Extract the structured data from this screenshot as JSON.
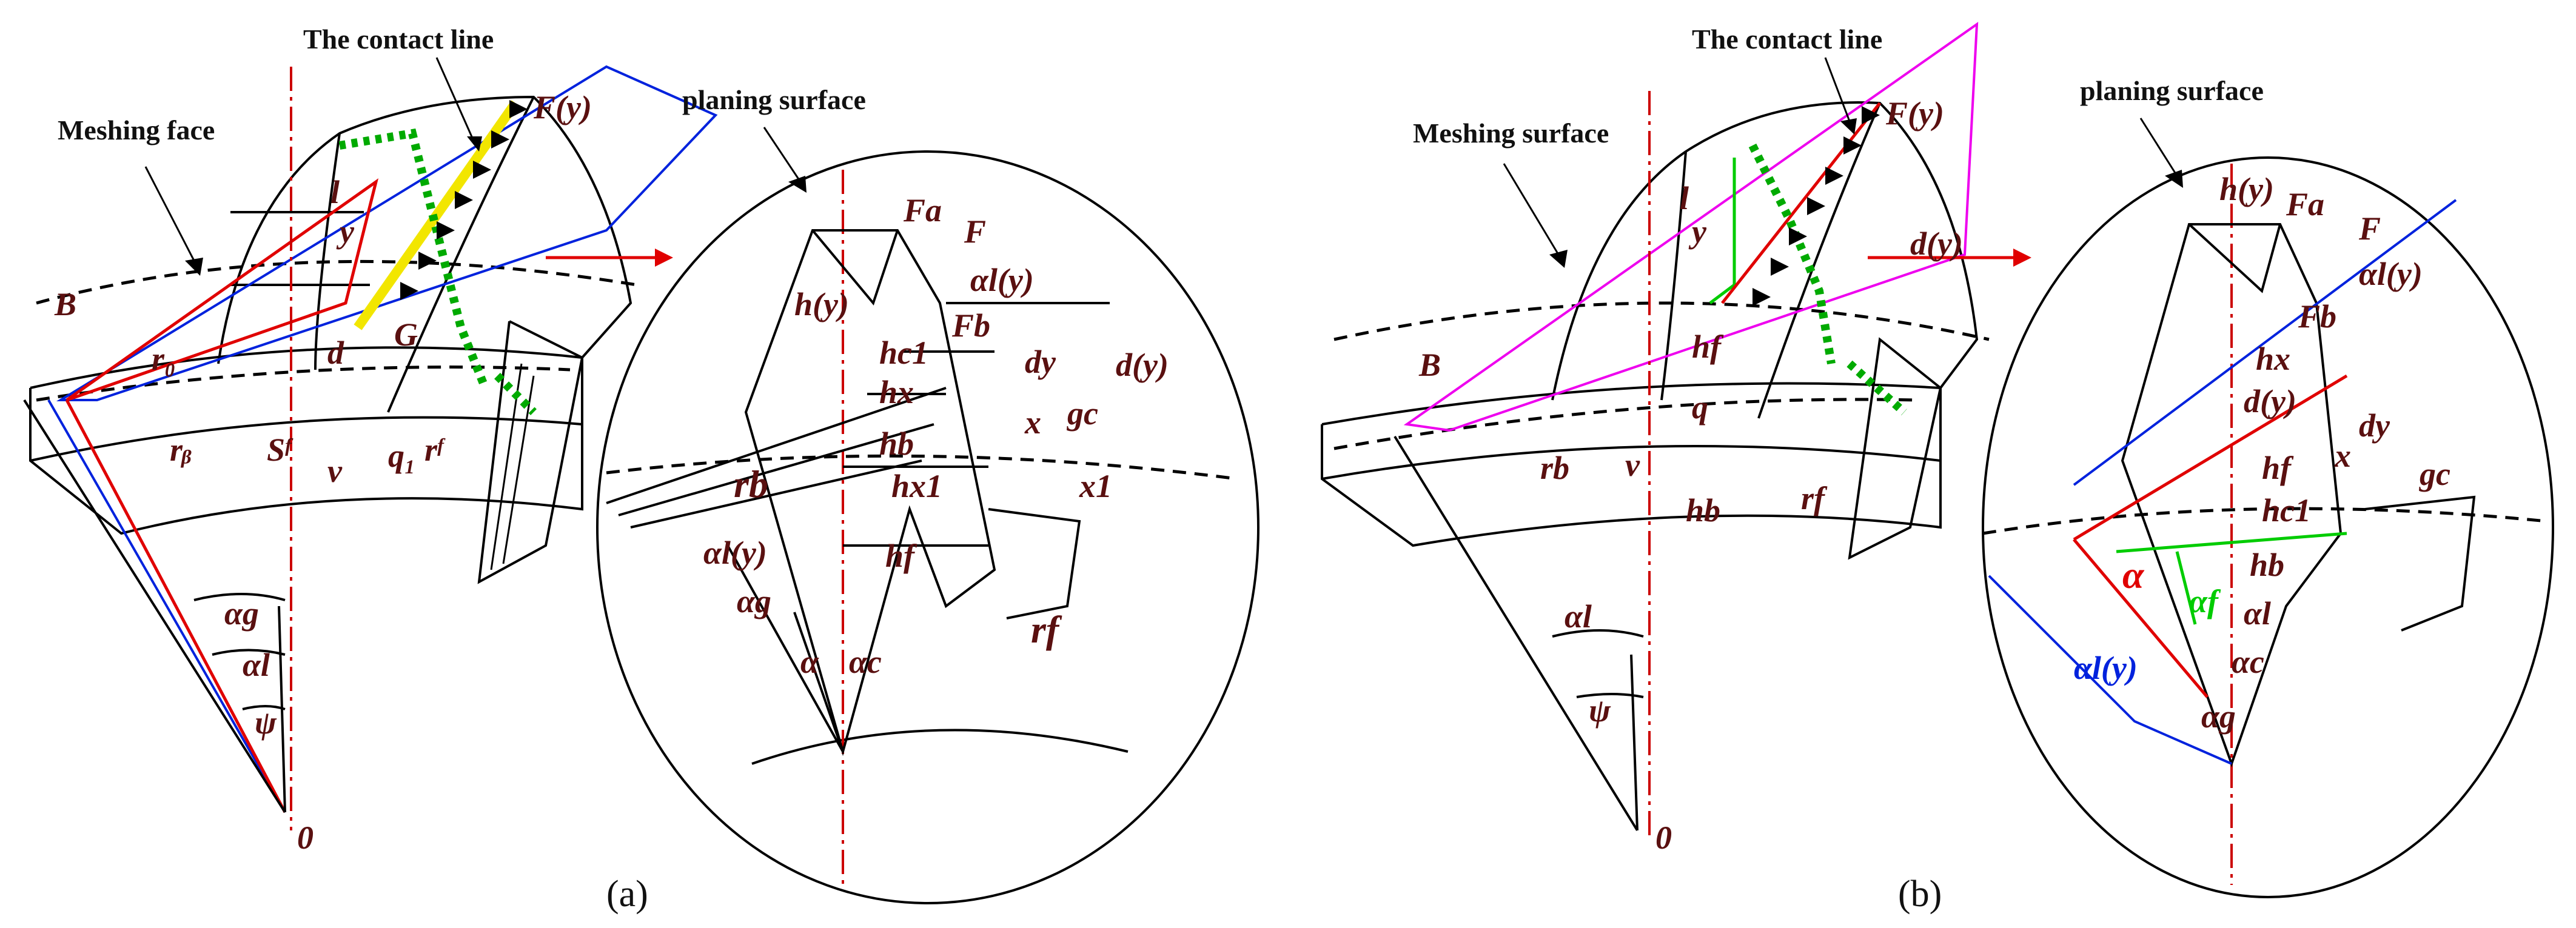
{
  "figure": {
    "panel_a": {
      "title_contact_line": "The contact line",
      "title_meshing": "Meshing face",
      "title_planing": "planing surface",
      "panel_label": "(a)",
      "labels": {
        "B": "B",
        "l": "l",
        "y": "y",
        "d": "d",
        "G": "G",
        "r0": "r₀",
        "rb": "rᵦ",
        "Sf": "Sᶠ",
        "v": "v",
        "q1": "q₁",
        "rf": "rᶠ",
        "Fy": "F(y)",
        "alpha_g": "αg",
        "alpha_l": "αl",
        "psi": "ψ",
        "origin": "0"
      },
      "zoom_labels": {
        "Fa": "Fa",
        "F": "F",
        "Fb": "Fb",
        "alpha_ly": "αl(y)",
        "hy": "h(y)",
        "hc1": "hc1",
        "hx": "hx",
        "dy": "dy",
        "dyy": "d(y)",
        "x": "x",
        "gc": "gc",
        "hb": "hb",
        "hx1": "hx1",
        "x1": "x1",
        "rb2": "rb",
        "alpha_ly2": "αl(y)",
        "hf": "hf",
        "alpha_g2": "αg",
        "alpha": "α",
        "alpha_c": "αc",
        "rf2": "rf"
      }
    },
    "panel_b": {
      "title_contact_line": "The contact line",
      "title_meshing": "Meshing surface",
      "title_planing": "planing surface",
      "panel_label": "(b)",
      "labels": {
        "l": "l",
        "y": "y",
        "Fy": "F(y)",
        "dyy": "d(y)",
        "B": "B",
        "hf": "hf",
        "q": "q",
        "rb": "rb",
        "v": "v",
        "hb": "hb",
        "rf": "rf",
        "alpha_l": "αl",
        "psi": "ψ",
        "origin": "0"
      },
      "zoom_labels": {
        "hy": "h(y)",
        "Fa": "Fa",
        "F": "F",
        "alpha_ly": "αl(y)",
        "Fb": "Fb",
        "hx": "hx",
        "dyy": "d(y)",
        "dy": "dy",
        "x": "x",
        "hf": "hf",
        "gc": "gc",
        "hc1": "hc1",
        "hb": "hb",
        "alpha": "α",
        "alpha_f": "αf",
        "alpha_l": "αl",
        "alpha_ly2": "αl(y)",
        "alpha_c": "αc",
        "alpha_g": "αg"
      }
    },
    "colors": {
      "label": "#5a1010",
      "red": "#e00000",
      "blue": "#0022dd",
      "magenta": "#ee00ee",
      "green": "#00cc00",
      "yellow": "#f2e600"
    }
  }
}
